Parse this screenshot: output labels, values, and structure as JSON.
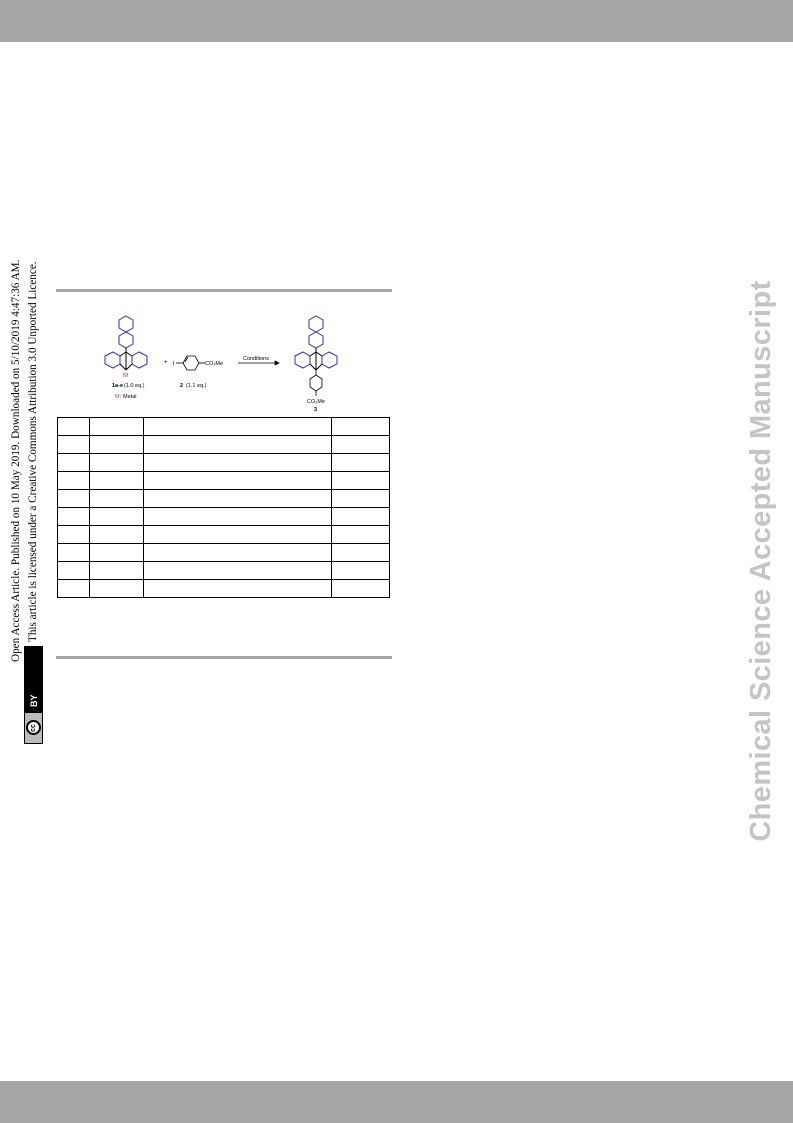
{
  "header": {
    "band_color": "#a6a6a6"
  },
  "footer": {
    "band_color": "#a6a6a6"
  },
  "side_notice": {
    "line1": "Open Access Article. Published on 10 May 2019. Downloaded on 5/10/2019 4:47:36 AM.",
    "line2": "This article is licensed under a Creative Commons Attribution 3.0 Unported Licence.",
    "badge_cc": "cc",
    "badge_by": "BY"
  },
  "watermark": {
    "text": "Chemical Science Accepted Manuscript",
    "color": "#c4c4c4"
  },
  "scheme": {
    "metal_label": "M",
    "reactant1_id": "1a-e",
    "reactant1_eq": "(1.0 eq.)",
    "metal_legend_symbol": "M",
    "metal_legend_text": ": Metal",
    "plus": "+",
    "iodo": "I",
    "reagent_group": "CO₂Me",
    "reactant2_id": "2",
    "reactant2_eq": "(1.1 eq.)",
    "arrow_label": "Conditions",
    "product_group": "CO₂Me",
    "product_id": "3",
    "ring_color": "#2a2ae0",
    "metal_color": "#e02a2a"
  },
  "table": {
    "rows": [
      [
        "",
        "",
        "",
        ""
      ],
      [
        "",
        "",
        "",
        ""
      ],
      [
        "",
        "",
        "",
        ""
      ],
      [
        "",
        "",
        "",
        ""
      ],
      [
        "",
        "",
        "",
        ""
      ],
      [
        "",
        "",
        "",
        ""
      ],
      [
        "",
        "",
        "",
        ""
      ],
      [
        "",
        "",
        "",
        ""
      ],
      [
        "",
        "",
        "",
        ""
      ],
      [
        "",
        "",
        "",
        ""
      ]
    ]
  }
}
